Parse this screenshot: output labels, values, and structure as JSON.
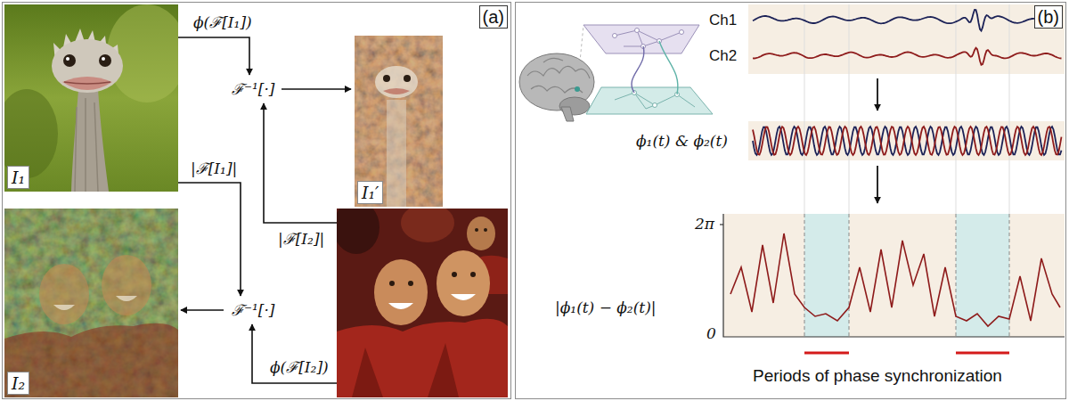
{
  "diagram": {
    "nodes": [
      {
        "text": [
          "(a)"
        ]
      },
      {
        "text": [
          "I₁"
        ],
        "in": 0
      },
      {
        "text": [
          "I₁′"
        ],
        "in": 0
      },
      {
        "text": [
          "I₂"
        ],
        "in": 0
      },
      {
        "text": [
          "(b)"
        ]
      }
    ],
    "labels": [
      "ϕ(ℱ[I₁])",
      "|ℱ[I₁]|",
      "ℱ⁻¹[·]",
      "|ℱ[I₂]|",
      "ℱ⁻¹[·]",
      "ϕ(ℱ[I₂])",
      "Ch1",
      "Ch2",
      "ϕ₁(t) & ϕ₂(t)",
      "2π",
      "0",
      "|ϕ₁(t) − ϕ₂(t)|",
      "Periods of phase synchronization"
    ]
  }
}
